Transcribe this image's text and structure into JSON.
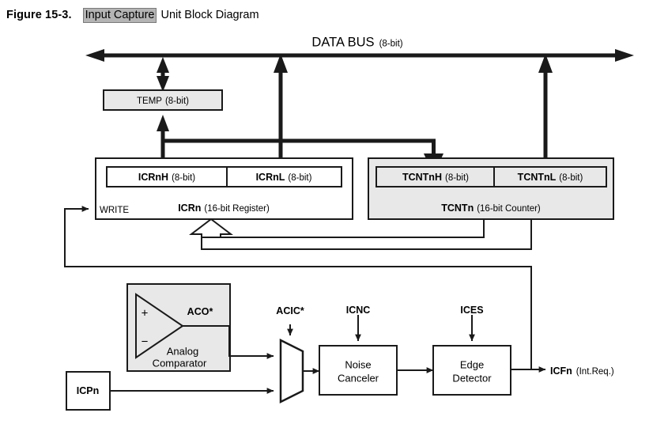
{
  "figure": {
    "number": "Figure 15-3.",
    "title_selected": "Input Capture",
    "title_rest": "Unit Block Diagram",
    "full_title": "Figure 15-3.  Input Capture Unit Block Diagram"
  },
  "colors": {
    "background": "#ffffff",
    "stroke": "#1a1a1a",
    "block_fill_gray": "#e8e8e8",
    "block_fill_white": "#ffffff",
    "selection_highlight": "#b4b4b4",
    "selection_border": "#7a7a7a"
  },
  "bus": {
    "name": "DATA BUS",
    "width_note": "(8-bit)"
  },
  "blocks": {
    "temp": {
      "label": "TEMP",
      "width_note": "(8-bit)",
      "fill": "gray"
    },
    "icrn": {
      "container_name": "ICRn",
      "container_note": "(16-bit Register)",
      "write_label": "WRITE",
      "fill": "white",
      "high_byte": {
        "label": "ICRnH",
        "width_note": "(8-bit)"
      },
      "low_byte": {
        "label": "ICRnL",
        "width_note": "(8-bit)"
      }
    },
    "tcntn": {
      "container_name": "TCNTn",
      "container_note": "(16-bit Counter)",
      "fill": "gray",
      "high_byte": {
        "label": "TCNTnH",
        "width_note": "(8-bit)"
      },
      "low_byte": {
        "label": "TCNTnL",
        "width_note": "(8-bit)"
      }
    },
    "analog_comparator": {
      "line1": "Analog",
      "line2": "Comparator",
      "plus_input": "+",
      "minus_input": "−",
      "output_label": "ACO*",
      "fill": "gray"
    },
    "noise_canceler": {
      "line1": "Noise",
      "line2": "Canceler",
      "fill": "white"
    },
    "edge_detector": {
      "line1": "Edge",
      "line2": "Detector",
      "fill": "white"
    },
    "icpn": {
      "label": "ICPn",
      "fill": "white"
    },
    "mux": {
      "select_label": "ACIC*",
      "shape": "trapezoid"
    }
  },
  "signals": {
    "acic": "ACIC*",
    "icnc": "ICNC",
    "ices": "ICES",
    "aco": "ACO*",
    "write": "WRITE",
    "icfn_name": "ICFn",
    "icfn_note": "(Int.Req.)"
  }
}
